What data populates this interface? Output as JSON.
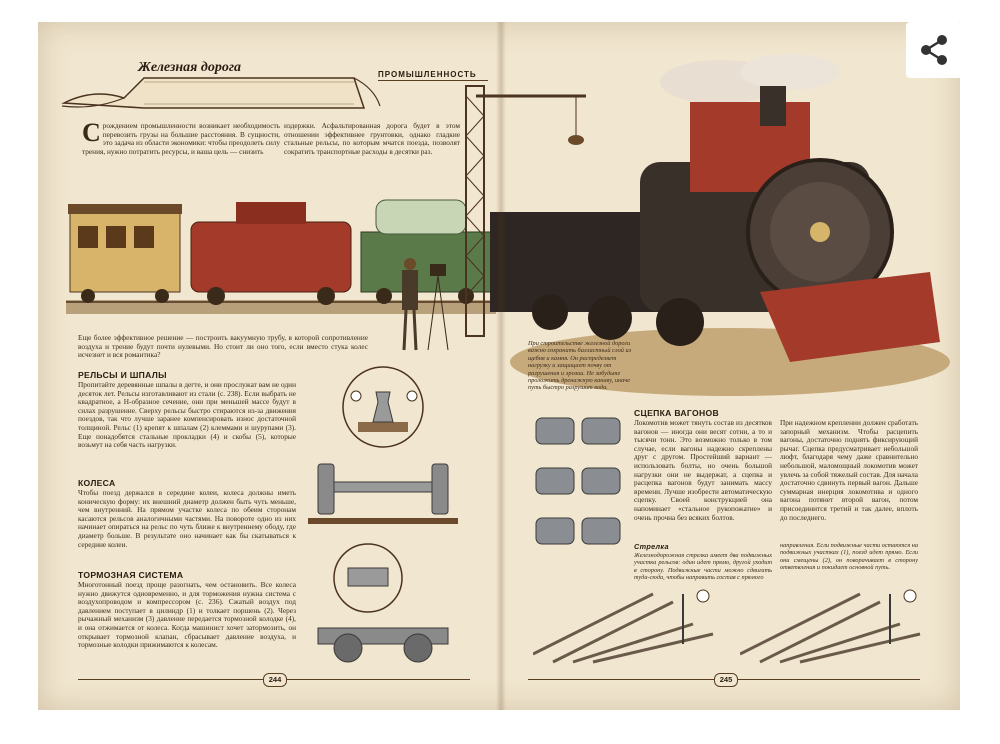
{
  "share": {
    "icon": "share-icon"
  },
  "left": {
    "banner": "Железная дорога",
    "section": "ПРОМЫШЛЕННОСТЬ",
    "intro_drop": "С",
    "intro": "рождением промышленности возникает необходимость перевозить грузы на большие расстояния. В сущности, это задача из области экономики: чтобы преодолеть силу трения, нужно потратить ресурсы, и ваша цель — снизить",
    "intro2": "издержки. Асфальтированная дорога будет в этом отношении эффективнее грунтовки, однако гладкие стальные рельсы, по которым мчатся поезда, позволят сократить транспортные расходы в десятки раз.",
    "vacuum": "Еще более эффективное решение — построить вакуумную трубу, в которой сопротивление воздуха и трение будут почти нулевыми. Но стоит ли оно того, если вместо стука колес исчезнет и вся романтика?",
    "rails_h": "РЕЛЬСЫ И ШПАЛЫ",
    "rails": "Пропитайте деревянные шпалы в дегте, и они прослужат вам не один десяток лет. Рельсы изготавливают из стали (с. 238). Если выбрать не квадратное, а Н-образное сечение, они при меньшей массе будут в силах разрушение. Сверху рельсы быстро стираются из-за движения поездов, так что лучше заранее компенсировать износ достаточной толщиной. Рельс (1) крепят к шпалам (2) клеммами и шурупами (3). Еще понадобятся стальные прокладки (4) и скобы (5), которые возьмут на себя часть нагрузки.",
    "wheels_h": "КОЛЕСА",
    "wheels": "Чтобы поезд держался в середине колеи, колеса должны иметь коническую форму: их внешний диаметр должен быть чуть меньше, чем внутренний. На прямом участке колеса по обеим сторонам касаются рельсов аналогичными частями. На повороте одно из них начинает опираться на рельс по чуть ближе к внутреннему ободу, где диаметр больше. В результате оно начинает как бы скатываться к середине колеи.",
    "brakes_h": "ТОРМОЗНАЯ СИСТЕМА",
    "brakes": "Многотонный поезд проще разогнать, чем остановить. Все колеса нужно движутся одновременно, и для торможения нужна система с воздухопроводом и компрессором (с. 236). Сжатый воздух под давлением поступает в цилиндр (1) и толкает поршень (2). Через рычажный механизм (3) давление передается тормозной колодке (4), и она отжимается от колеса. Когда машинист хочет затормозить, он открывает тормозной клапан, сбрасывает давление воздуха, и тормозные колодки прижимаются к колесам.",
    "page": "244"
  },
  "right": {
    "caption": "При строительстве железной дороги важно сохранить балластный слой из щебня и камня. Он распределяет нагрузку и защищает почву от разрушения и эрозии. Не забудьте проложить дренажную канаву, иначе путь быстро разрушит вода.",
    "coupling_h": "СЦЕПКА ВАГОНОВ",
    "coupling": "Локомотив может тянуть состав из десятков вагонов — иногда они весят сотни, а то и тысячи тонн. Это возможно только в том случае, если вагоны надежно скреплены друг с другом. Простейший вариант — использовать болты, но очень большой нагрузки они не выдержат, а сцепка и расцепка вагонов будут занимать массу времени. Лучше изобрести автоматическую сцепку. Своей конструкцией она напоминает «стальное рукопожатие» и очень прочна без всяких болтов.",
    "coupling2": "При надежном креплении должен сработать запорный механизм. Чтобы расцепить вагоны, достаточно поднять фиксирующий рычаг. Сцепка предусматривает небольшой люфт, благодаря чему даже сравнительно небольшой, маломощный локомотив может увлечь за собой тяжелый состав. Для начала достаточно сдвинуть первый вагон. Дальше суммарная инерция локомотива и одного вагона потянет второй вагон, потом присоединится третий и так далее, вплоть до последнего.",
    "switch_h": "Стрелка",
    "switch1": "Железнодорожная стрелка имеет два подвижных участка рельсов: один идет прямо, другой уходит в сторону. Подвижные части можно сдвигать туда-сюда, чтобы направить состав с прямого",
    "switch2": "направления. Если подвижные части остаются на подвижных участках (1), поезд идет прямо. Если они смещены (2), он поворачивает в сторону ответвления и покидает основной путь.",
    "page": "245"
  }
}
